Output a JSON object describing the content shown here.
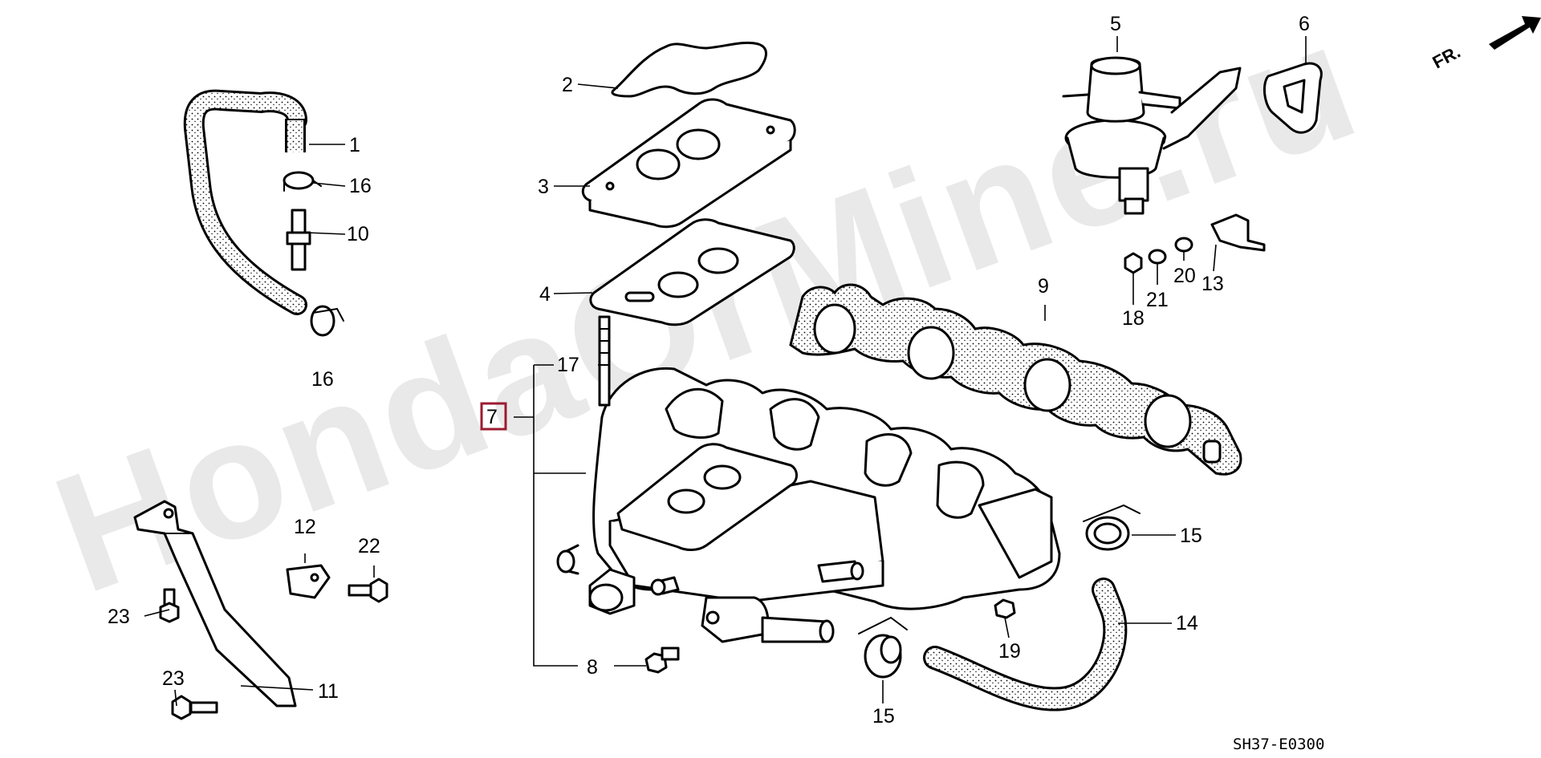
{
  "diagram": {
    "watermark": "HondaOrMine.ru",
    "diagram_code": "SH37-E0300",
    "front_marker": "FR.",
    "highlighted_callout": "7",
    "callouts": {
      "c1": "1",
      "c2": "2",
      "c3": "3",
      "c4": "4",
      "c5": "5",
      "c6": "6",
      "c7": "7",
      "c8": "8",
      "c9": "9",
      "c10": "10",
      "c11": "11",
      "c12": "12",
      "c13": "13",
      "c14": "14",
      "c15a": "15",
      "c15b": "15",
      "c16a": "16",
      "c16b": "16",
      "c17": "17",
      "c18": "18",
      "c19": "19",
      "c20": "20",
      "c21": "21",
      "c22": "22",
      "c23a": "23",
      "c23b": "23"
    }
  }
}
